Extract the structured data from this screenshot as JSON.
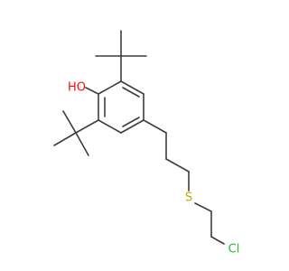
{
  "molecule": {
    "atoms": [
      {
        "id": "O1",
        "label": "HO",
        "color": "#ff0d0d"
      },
      {
        "id": "S1",
        "label": "S",
        "color": "#c8a800"
      },
      {
        "id": "Cl1",
        "label": "Cl",
        "color": "#1fbf1f"
      }
    ],
    "bond_color": "#3d3d3d"
  }
}
